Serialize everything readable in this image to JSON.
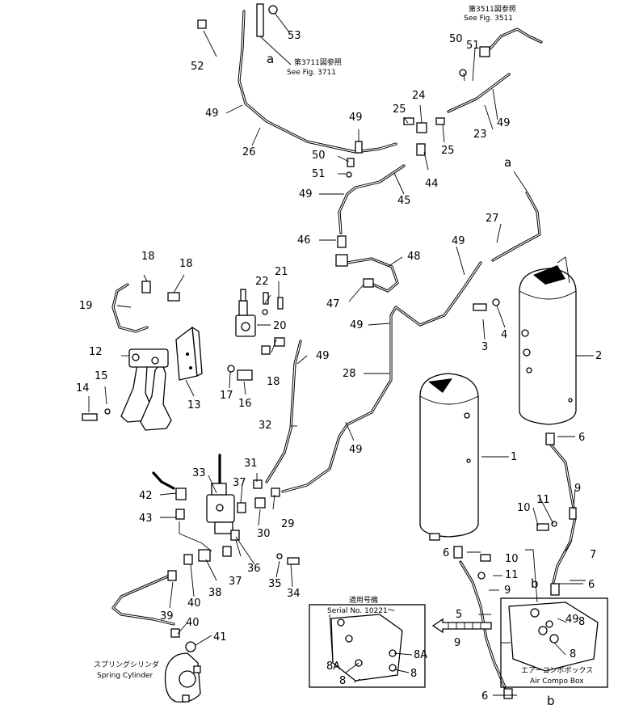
{
  "references": {
    "fig3511_jp": "第3511図参照",
    "fig3511_en": "See Fig. 3511",
    "fig3711_jp": "第3711図参照",
    "fig3711_en": "See Fig. 3711"
  },
  "markers": {
    "a": "a",
    "b": "b"
  },
  "inset": {
    "title_jp": "適用号機",
    "serial": "Serial No. 10221～"
  },
  "labels": {
    "spring_cylinder_jp": "スプリングシリンダ",
    "spring_cylinder_en": "Spring Cylinder",
    "air_compo_box_jp": "エアーコンポボックス",
    "air_compo_box_en": "Air Compo Box"
  },
  "parts": {
    "p1": "1",
    "p2": "2",
    "p3": "3",
    "p4": "4",
    "p5": "5",
    "p6a": "6",
    "p6b": "6",
    "p6c": "6",
    "p6d": "6",
    "p7": "7",
    "p8a": "8",
    "p8b": "8",
    "p8c": "8",
    "p8d": "8",
    "p8e": "8A",
    "p8f": "8A",
    "p9a": "9",
    "p9b": "9",
    "p9c": "9",
    "p10a": "10",
    "p10b": "10",
    "p11a": "11",
    "p11b": "11",
    "p12": "12",
    "p13": "13",
    "p14": "14",
    "p15": "15",
    "p16": "16",
    "p17": "17",
    "p18a": "18",
    "p18b": "18",
    "p18c": "18",
    "p19": "19",
    "p20": "20",
    "p21": "21",
    "p22": "22",
    "p23": "23",
    "p24": "24",
    "p25a": "25",
    "p25b": "25",
    "p26": "26",
    "p27": "27",
    "p28": "28",
    "p29": "29",
    "p30": "30",
    "p31": "31",
    "p32": "32",
    "p33": "33",
    "p34": "34",
    "p35": "35",
    "p36": "36",
    "p37a": "37",
    "p37b": "37",
    "p38": "38",
    "p39": "39",
    "p40a": "40",
    "p40b": "40",
    "p41": "41",
    "p42": "42",
    "p43": "43",
    "p44": "44",
    "p45": "45",
    "p46": "46",
    "p47": "47",
    "p48": "48",
    "p49a": "49",
    "p49b": "49",
    "p49c": "49",
    "p49d": "49",
    "p49e": "49",
    "p49f": "49",
    "p49g": "49",
    "p49h": "49",
    "p49i": "49",
    "p50a": "50",
    "p50b": "50",
    "p51a": "51",
    "p51b": "51",
    "p52": "52",
    "p53": "53"
  }
}
